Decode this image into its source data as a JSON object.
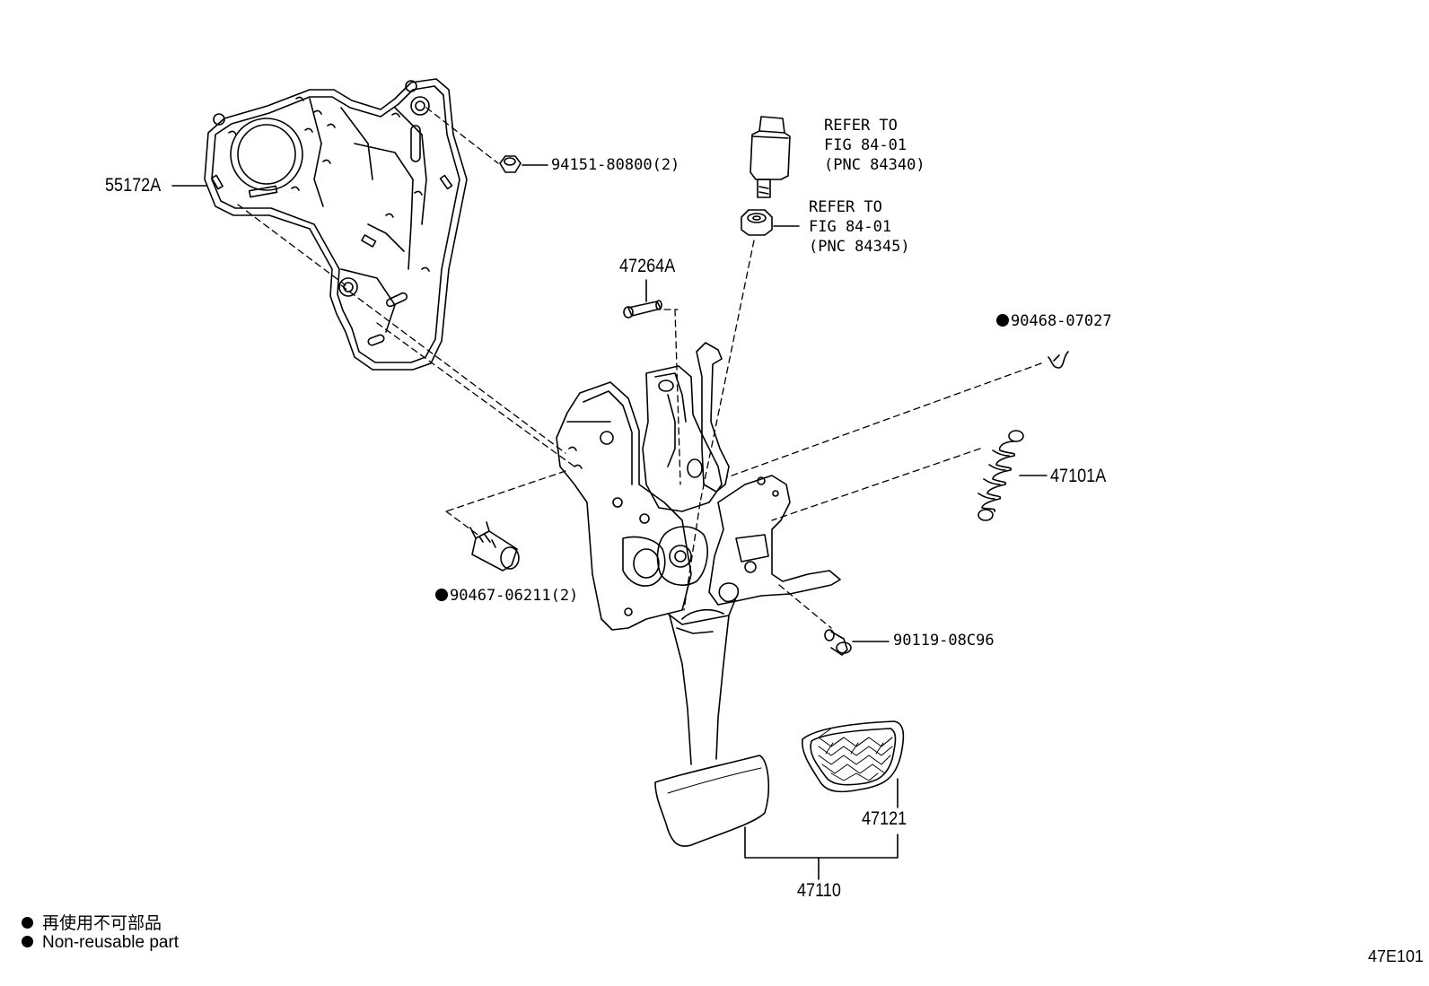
{
  "parts": {
    "bracket": "55172A",
    "nut": "94151-80800(2)",
    "switch_ref_1": "REFER TO",
    "switch_ref_2": "FIG 84-01",
    "switch_ref_3": "(PNC 84340)",
    "cushion_ref_1": "REFER TO",
    "cushion_ref_2": "FIG 84-01",
    "cushion_ref_3": "(PNC 84345)",
    "pin": "47264A",
    "clip": "90468-07027",
    "spring": "47101A",
    "bushing": "90467-06211(2)",
    "bolt": "90119-08C96",
    "pad": "47121",
    "pedal_assy": "47110"
  },
  "legend": {
    "jp": "再使用不可部品",
    "en": "Non-reusable part"
  },
  "figure_id": "47E101"
}
